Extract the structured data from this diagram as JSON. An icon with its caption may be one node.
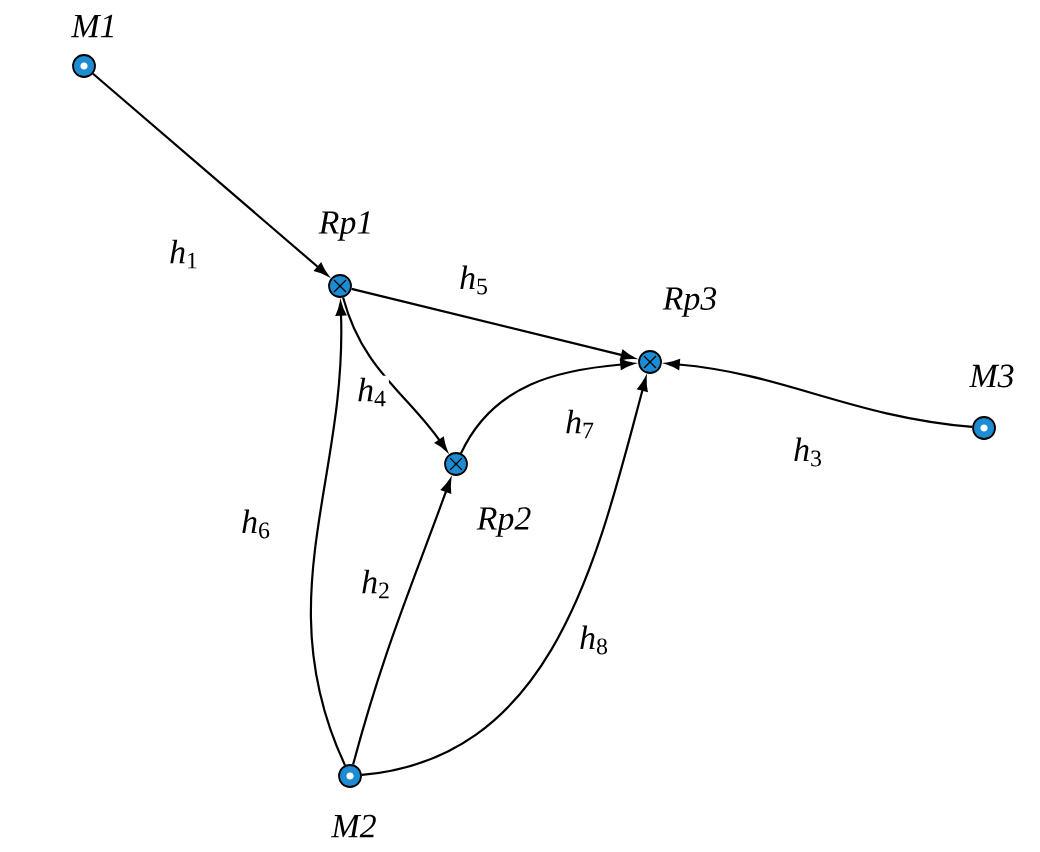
{
  "diagram": {
    "nodes": [
      {
        "text": [
          "M1"
        ]
      },
      {
        "text": [
          "Rp1"
        ]
      },
      {
        "text": [
          "Rp2"
        ]
      },
      {
        "text": [
          "Rp3"
        ]
      },
      {
        "text": [
          "M3"
        ]
      },
      {
        "text": [
          "M2"
        ]
      }
    ],
    "edges": [
      {
        "from": 0,
        "to": 1,
        "arrow": "to",
        "label": "*h*$_{1}$"
      },
      {
        "from": 5,
        "to": 2,
        "arrow": "to",
        "label": "*h*$_{2}$"
      },
      {
        "from": 4,
        "to": 3,
        "arrow": "to",
        "label": "*h*$_{3}$"
      },
      {
        "from": 1,
        "to": 2,
        "arrow": "to",
        "label": "*h*$_{4}$"
      },
      {
        "from": 1,
        "to": 3,
        "arrow": "to",
        "label": "*h*$_{5}$"
      },
      {
        "from": 5,
        "to": 1,
        "arrow": "to",
        "label": "*h*$_{6}$"
      },
      {
        "from": 2,
        "to": 3,
        "arrow": "to",
        "label": "*h*$_{7}$"
      },
      {
        "from": 5,
        "to": 3,
        "arrow": "to",
        "label": "*h*$_{8}$"
      }
    ]
  }
}
